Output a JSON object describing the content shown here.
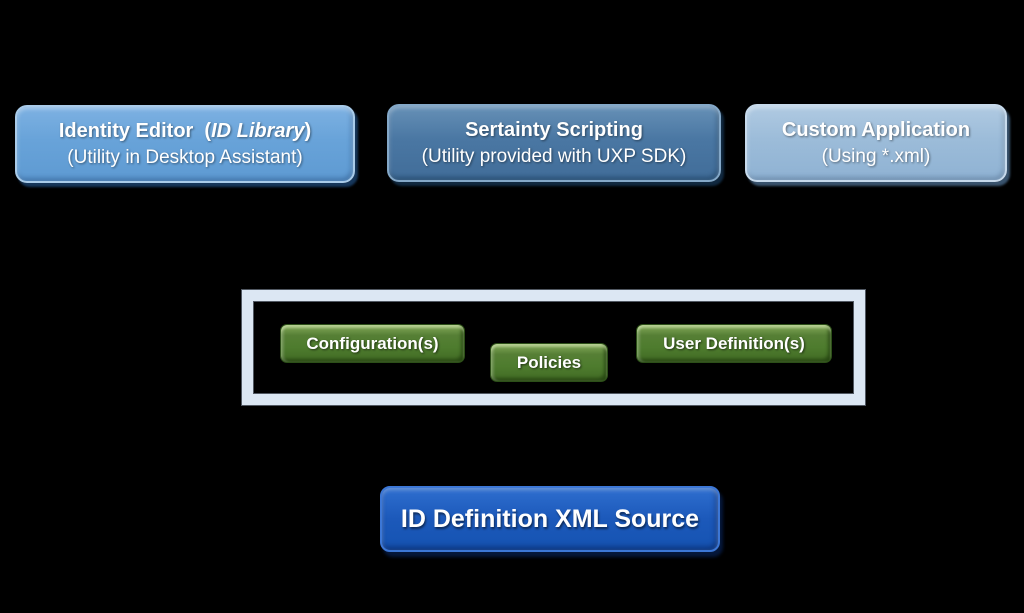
{
  "diagram": {
    "background_color": "#000000",
    "sources": [
      {
        "name": "identity-editor",
        "line1_prefix": "Identity Editor  (",
        "line1_italic": "ID Library",
        "line1_suffix": ")",
        "line2": "(Utility in Desktop Assistant)",
        "fill": "#68a3d9"
      },
      {
        "name": "sertainty-scripting",
        "line1": "Sertainty Scripting",
        "line2": "(Utility provided with UXP SDK)",
        "fill": "#4a77a3"
      },
      {
        "name": "custom-application",
        "line1": "Custom Application",
        "line2": "(Using *.xml)",
        "fill": "#9cbcd9"
      }
    ],
    "components_panel": {
      "border_color": "#dce7f3",
      "items": [
        {
          "label": "Configuration(s)",
          "fill": "#4e7c2e"
        },
        {
          "label": "Policies",
          "fill": "#4e7c2e"
        },
        {
          "label": "User Definition(s)",
          "fill": "#4e7c2e"
        }
      ]
    },
    "output": {
      "label": "ID Definition XML Source",
      "fill": "#1553b2"
    }
  }
}
